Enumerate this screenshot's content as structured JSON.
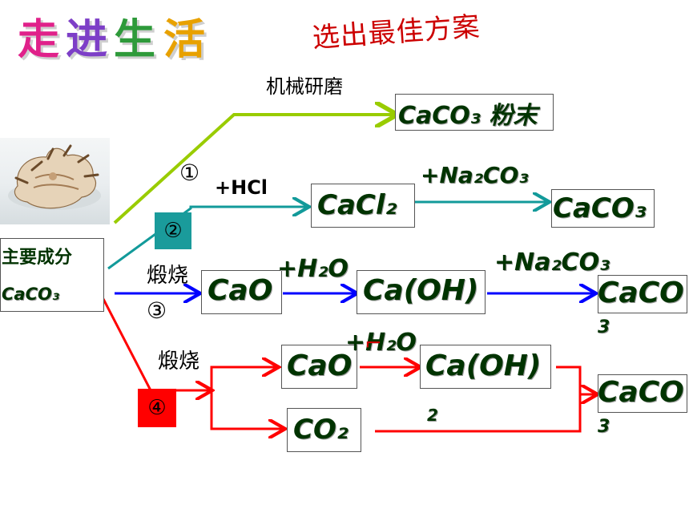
{
  "title": "走进生活",
  "title_colors": [
    "#e0218a",
    "#7d3fc7",
    "#2e9a3a",
    "#e8a100"
  ],
  "subtitle": "选出最佳方案",
  "colors": {
    "route1": "#99cc00",
    "route2": "#129a9a",
    "route3": "#0000ff",
    "route4": "#ff0000",
    "badge2_bg": "#1a9b9b",
    "badge4_bg": "#ff0000",
    "chem_text": "#003300"
  },
  "source": {
    "image_icon": "seashell-image",
    "label_line1": "主要成分",
    "label_line2": "CaCO₃"
  },
  "route1": {
    "marker": "①",
    "step_label": "机械研磨",
    "product": "CaCO₃ 粉末"
  },
  "route2": {
    "marker": "②",
    "step1_label": "+HCl",
    "intermediate": "CaCl₂",
    "step2_label": "+Na₂CO₃",
    "product": "CaCO₃"
  },
  "route3": {
    "marker": "③",
    "step1_label": "煅烧",
    "intermediate1": "CaO",
    "step2_label": "+H₂O",
    "intermediate2": "Ca(OH)",
    "step3_label": "+Na₂CO₃",
    "product_line1": "CaCO",
    "product_line2": "3"
  },
  "route4": {
    "marker": "④",
    "step1_label": "煅烧",
    "intermediate1": "CaO",
    "step2_label": "+H₂O",
    "intermediate2": "Ca(OH)",
    "intermediate2_sub": "2",
    "byproduct": "CO₂",
    "product_line1": "CaCO",
    "product_line2": "3"
  }
}
